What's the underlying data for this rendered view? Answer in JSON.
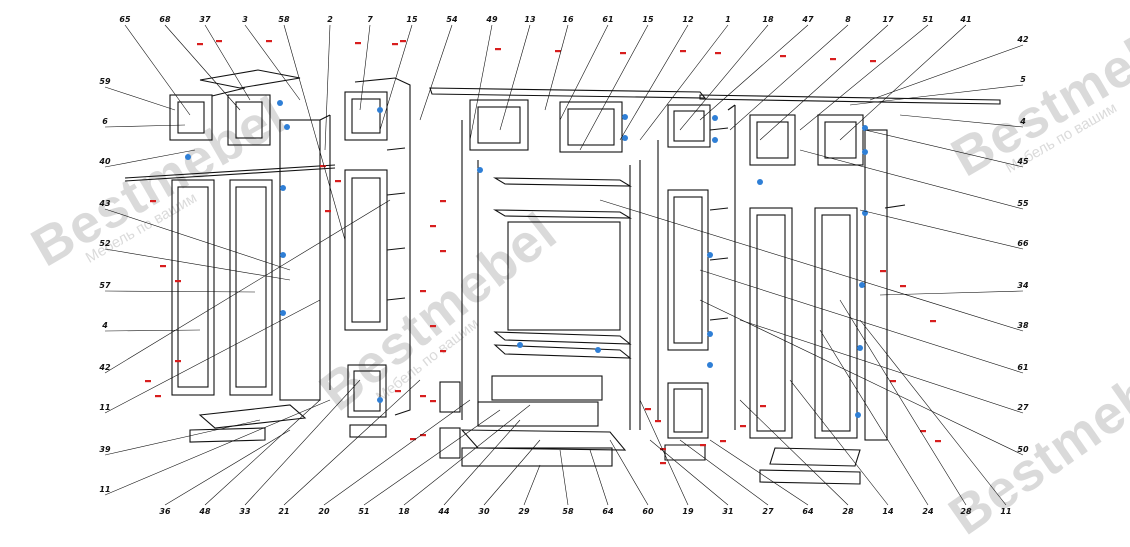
{
  "watermark": {
    "brand": "Bestmebel",
    "tagline": "Мебель по вашим"
  },
  "colors": {
    "line": "#111111",
    "accent_red": "#d81e1e",
    "accent_blue": "#2f7fd6",
    "watermark_grey": "#bdbdbd"
  },
  "callouts_top": [
    "65",
    "68",
    "37",
    "3",
    "58",
    "2",
    "7",
    "15",
    "54",
    "49",
    "13",
    "16",
    "61",
    "15",
    "12",
    "1",
    "18",
    "47",
    "8",
    "17",
    "51",
    "41"
  ],
  "callouts_left": [
    "59",
    "6",
    "40",
    "43",
    "52",
    "57",
    "4",
    "42",
    "11",
    "39",
    "11"
  ],
  "callouts_right": [
    "42",
    "5",
    "4",
    "45",
    "55",
    "66",
    "34",
    "38",
    "61",
    "27",
    "50"
  ],
  "callouts_bottom": [
    "36",
    "48",
    "33",
    "21",
    "20",
    "51",
    "18",
    "44",
    "30",
    "29",
    "58",
    "64",
    "60",
    "19",
    "31",
    "27",
    "64",
    "28",
    "14",
    "24",
    "28",
    "11"
  ]
}
